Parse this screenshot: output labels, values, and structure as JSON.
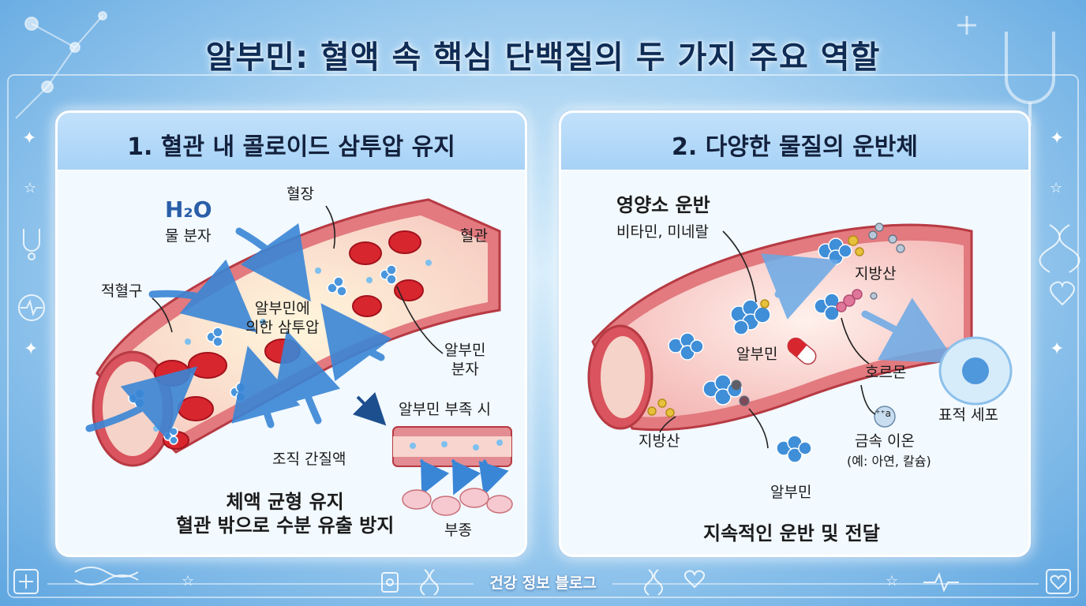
{
  "title": "알부민: 혈액 속 핵심 단백질의 두 가지 주요 역할",
  "left_panel": {
    "title": "1. 혈관 내 콜로이드 삼투압 유지",
    "h2o": "H₂O",
    "water_molecule": "물 분자",
    "plasma": "혈장",
    "vessel": "혈관",
    "red_blood_cell": "적혈구",
    "osmotic_line1": "알부민에",
    "osmotic_line2": "의한 삼투압",
    "albumin_line1": "알부민",
    "albumin_line2": "분자",
    "interstitial": "조직 간질액",
    "deficiency": "알부민 부족 시",
    "edema": "부종",
    "summary_line1": "체액 균형 유지",
    "summary_line2": "혈관 밖으로 수분 유출 방지"
  },
  "right_panel": {
    "title": "2. 다양한 물질의 운반체",
    "nutrient_title": "영양소 운반",
    "nutrient_sub": "비타민, 미네랄",
    "fatty_acid_top": "지방산",
    "albumin_center": "알부민",
    "hormone": "호르몬",
    "target_cell": "표적 세포",
    "ion_symbol": "⁺⁺a",
    "metal_ion": "금속 이온",
    "metal_ion_example": "(예: 아연, 칼슘)",
    "fatty_acid_bottom": "지방산",
    "albumin_bottom": "알부민",
    "summary": "지속적인 운반 및 전달"
  },
  "footer": "건강 정보 블로그",
  "colors": {
    "title": "#0f2c55",
    "vessel_wall": "#d9545e",
    "vessel_inner": "#f6b3b4",
    "rbc": "#d8262f",
    "albumin": "#3f8ed8",
    "arrow": "#3a86d6",
    "hormone": "#e0779a",
    "fatty_acid": "#e8c13c",
    "target_cell": "#5ea4e3"
  },
  "icons": [
    "sparkle-icon",
    "star-icon",
    "stethoscope-icon",
    "heartbeat-icon",
    "dna-icon",
    "heart-icon",
    "medical-cross-icon",
    "molecule-icon",
    "pill-icon"
  ]
}
